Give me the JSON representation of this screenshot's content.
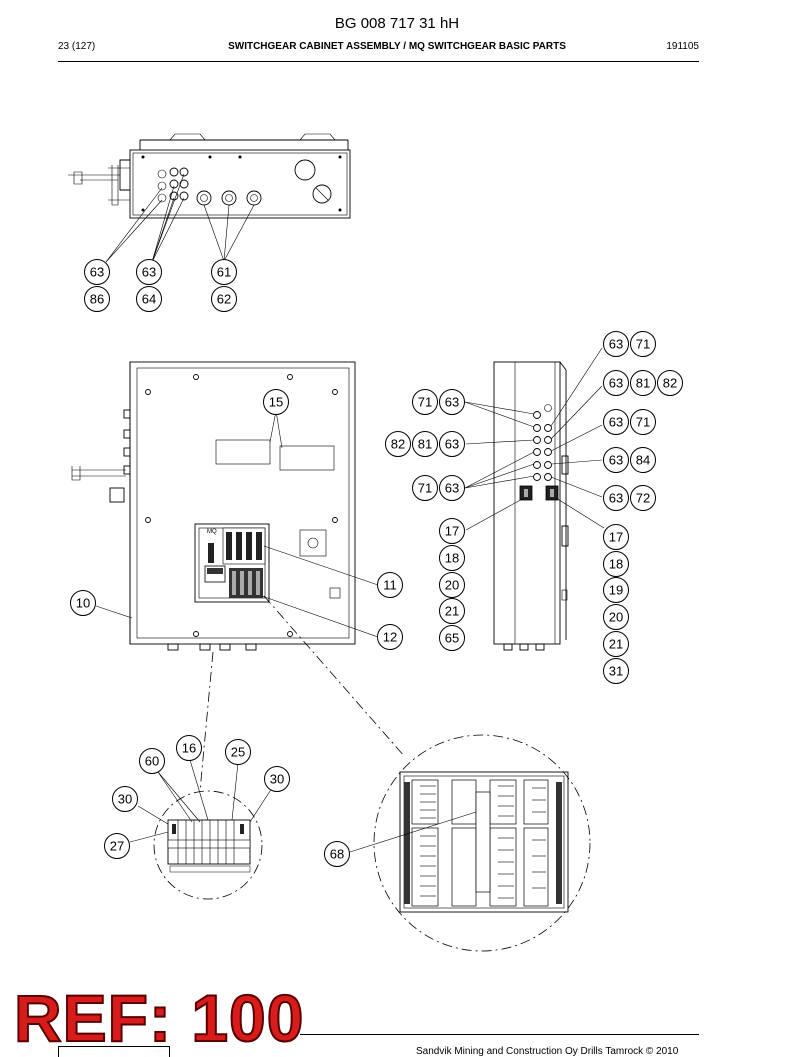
{
  "header": {
    "doc_number": "BG 008 717 31 hH",
    "page": "23 (127)",
    "section_title": "SWITCHGEAR CABINET ASSEMBLY / MQ SWITCHGEAR BASIC PARTS",
    "code": "191105"
  },
  "drawing": {
    "top_view_callouts": [
      "63",
      "86",
      "63",
      "64",
      "61",
      "62"
    ],
    "front_view_callouts": [
      "15",
      "11",
      "10",
      "12"
    ],
    "side_view_callouts_left": [
      "63",
      "71",
      "63",
      "82",
      "81",
      "63",
      "71",
      "17",
      "18",
      "20",
      "21",
      "65"
    ],
    "side_view_callouts_right": [
      "63",
      "71",
      "63",
      "81",
      "82",
      "63",
      "71",
      "63",
      "84",
      "63",
      "72",
      "17",
      "18",
      "19",
      "20",
      "21",
      "31"
    ],
    "detail_left_callouts": [
      "16",
      "25",
      "60",
      "30",
      "30",
      "27"
    ],
    "detail_right_callouts": [
      "68"
    ],
    "module_label": "MQ"
  },
  "stamp": {
    "text": "REF: 100"
  },
  "footer": {
    "text": "Sandvik Mining and Construction Oy Drills Tamrock © 2010"
  }
}
